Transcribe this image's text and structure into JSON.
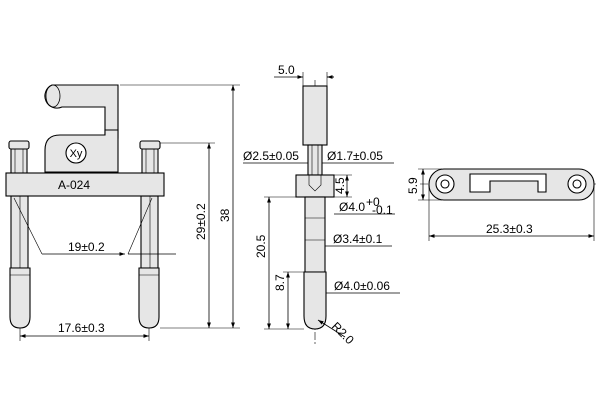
{
  "part": {
    "logo": "Xy",
    "model": "A-024"
  },
  "dimensions": {
    "front": {
      "pin_spacing": "19±0.2",
      "base_width": "17.6±0.3",
      "pin_length": "29±0.2",
      "total_height": "38"
    },
    "side": {
      "thickness": "5.0",
      "small_diameter_lead": "Ø2.5±0.05",
      "small_diameter": "Ø1.7±0.05",
      "collar_height": "4.5",
      "collar_diameter": "Ø4.0",
      "collar_tol_upper": "+0",
      "collar_tol_lower": "-0.1",
      "shaft_length": "20.5",
      "shaft_diameter": "Ø3.4±0.1",
      "tip_length": "8.7",
      "tip_diameter": "Ø4.0±0.06",
      "tip_radius": "R2.0"
    },
    "top": {
      "plate_height": "5.9",
      "plate_length": "25.3±0.3"
    }
  }
}
